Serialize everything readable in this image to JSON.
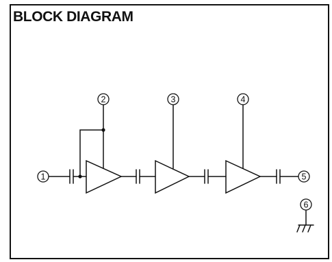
{
  "title": "BLOCK DIAGRAM",
  "pins": [
    {
      "id": "pin1",
      "label": "1"
    },
    {
      "id": "pin2",
      "label": "2"
    },
    {
      "id": "pin3",
      "label": "3"
    },
    {
      "id": "pin4",
      "label": "4"
    },
    {
      "id": "pin5",
      "label": "5"
    },
    {
      "id": "pin6",
      "label": "6"
    }
  ],
  "stages": 3,
  "colors": {
    "ink": "#111111",
    "background": "#ffffff"
  }
}
